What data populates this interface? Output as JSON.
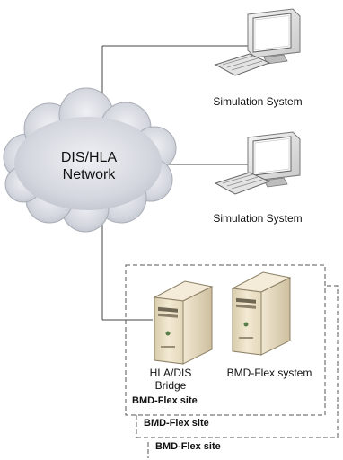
{
  "network": {
    "line1": "DIS/HLA",
    "line2": "Network"
  },
  "simulation_systems": [
    {
      "label": "Simulation System"
    },
    {
      "label": "Simulation System"
    }
  ],
  "bridge": {
    "line1": "HLA/DIS",
    "line2": "Bridge"
  },
  "bmd_system": {
    "label": "BMD-Flex system"
  },
  "sites": [
    {
      "label": "BMD-Flex site"
    },
    {
      "label": "BMD-Flex site"
    },
    {
      "label": "BMD-Flex site"
    }
  ],
  "colors": {
    "cloud": "#d9dce3",
    "server_body": "#ece1c6",
    "monitor_body": "#ececec",
    "screen": "#ffffff",
    "line": "#444444"
  }
}
